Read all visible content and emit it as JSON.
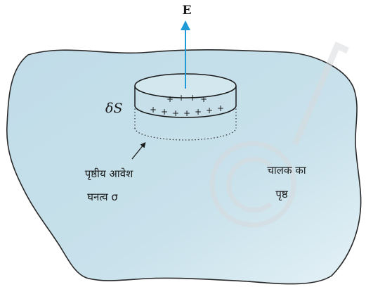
{
  "labels": {
    "field": "E",
    "area": "δS",
    "charge_density_line1": "पृष्ठीय आवेश",
    "charge_density_line2": "घनत्व σ",
    "surface_line1": "चालक का",
    "surface_line2": "पृष्ठ",
    "charge_sign": "+"
  },
  "colors": {
    "conductor_fill": "#c4dfea",
    "conductor_fill_light": "#e3f0f6",
    "outline": "#2a2a2a",
    "field_arrow": "#1e9bd7",
    "watermark": "#d5d9dc"
  },
  "watermark_text": "© N"
}
